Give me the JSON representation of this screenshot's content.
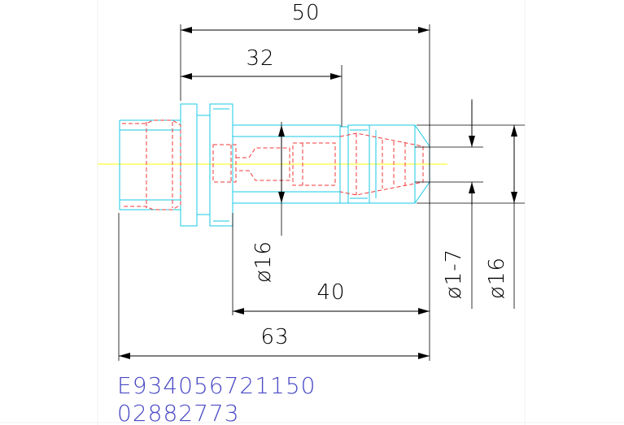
{
  "dimensions": {
    "overall_top": "50",
    "upper_second": "32",
    "lower_second": "40",
    "overall_bottom": "63",
    "dia_left": "ø16",
    "dia_mid": "ø1-7",
    "dia_right": "ø16"
  },
  "codes": {
    "line1": "E934056721150",
    "line2": "02882773"
  },
  "colors": {
    "outline": "#17c8e6",
    "hidden": "#f0383a",
    "centerline": "#ffff3a",
    "code_text": "#4a4ac6"
  }
}
